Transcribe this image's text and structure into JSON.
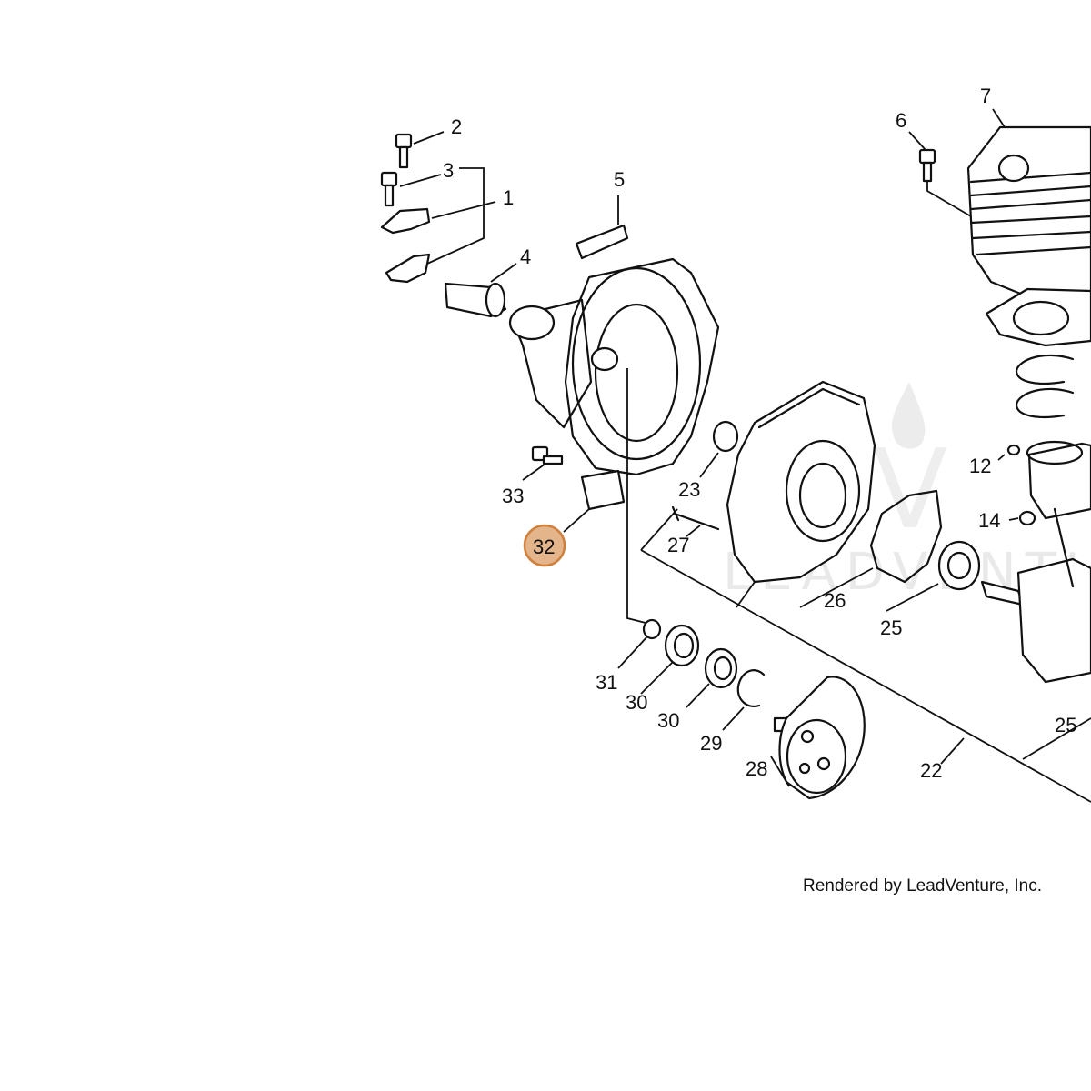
{
  "labels": {
    "p1": "1",
    "p2": "2",
    "p3": "3",
    "p4": "4",
    "p5": "5",
    "p6": "6",
    "p7": "7",
    "p12": "12",
    "p14": "14",
    "p22": "22",
    "p23": "23",
    "p25a": "25",
    "p25b": "25",
    "p26": "26",
    "p27": "27",
    "p28": "28",
    "p29": "29",
    "p30a": "30",
    "p30b": "30",
    "p31": "31",
    "p32": "32",
    "p33": "33"
  },
  "highlight": {
    "label": "32",
    "color": "#e4b48b"
  },
  "credit": "Rendered by LeadVenture, Inc.",
  "watermark": {
    "text": "LEADVENTURE",
    "monogram": "V"
  }
}
